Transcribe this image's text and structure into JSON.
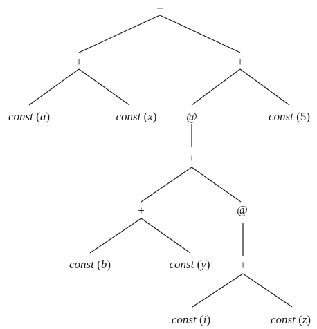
{
  "tree": {
    "root": "=",
    "nodes": {
      "eq": {
        "label": "="
      },
      "plus1": {
        "label": "+"
      },
      "plus2": {
        "label": "+"
      },
      "ca": {
        "fn": "const",
        "arg": "a",
        "arg_italic": true
      },
      "cx": {
        "fn": "const",
        "arg": "x",
        "arg_italic": true
      },
      "at1": {
        "label": "@"
      },
      "c5": {
        "fn": "const",
        "arg": "5",
        "arg_italic": false
      },
      "plus3": {
        "label": "+"
      },
      "plus4": {
        "label": "+"
      },
      "at2": {
        "label": "@"
      },
      "cb": {
        "fn": "const",
        "arg": "b",
        "arg_italic": true
      },
      "cy": {
        "fn": "const",
        "arg": "y",
        "arg_italic": true
      },
      "plus5": {
        "label": "+"
      },
      "ci": {
        "fn": "const",
        "arg": "i",
        "arg_italic": true
      },
      "cz": {
        "fn": "const",
        "arg": "z",
        "arg_italic": true
      }
    },
    "edges": [
      [
        "eq",
        "plus1"
      ],
      [
        "eq",
        "plus2"
      ],
      [
        "plus1",
        "ca"
      ],
      [
        "plus1",
        "cx"
      ],
      [
        "plus2",
        "at1"
      ],
      [
        "plus2",
        "c5"
      ],
      [
        "at1",
        "plus3"
      ],
      [
        "plus3",
        "plus4"
      ],
      [
        "plus3",
        "at2"
      ],
      [
        "plus4",
        "cb"
      ],
      [
        "plus4",
        "cy"
      ],
      [
        "at2",
        "plus5"
      ],
      [
        "plus5",
        "ci"
      ],
      [
        "plus5",
        "cz"
      ]
    ]
  }
}
